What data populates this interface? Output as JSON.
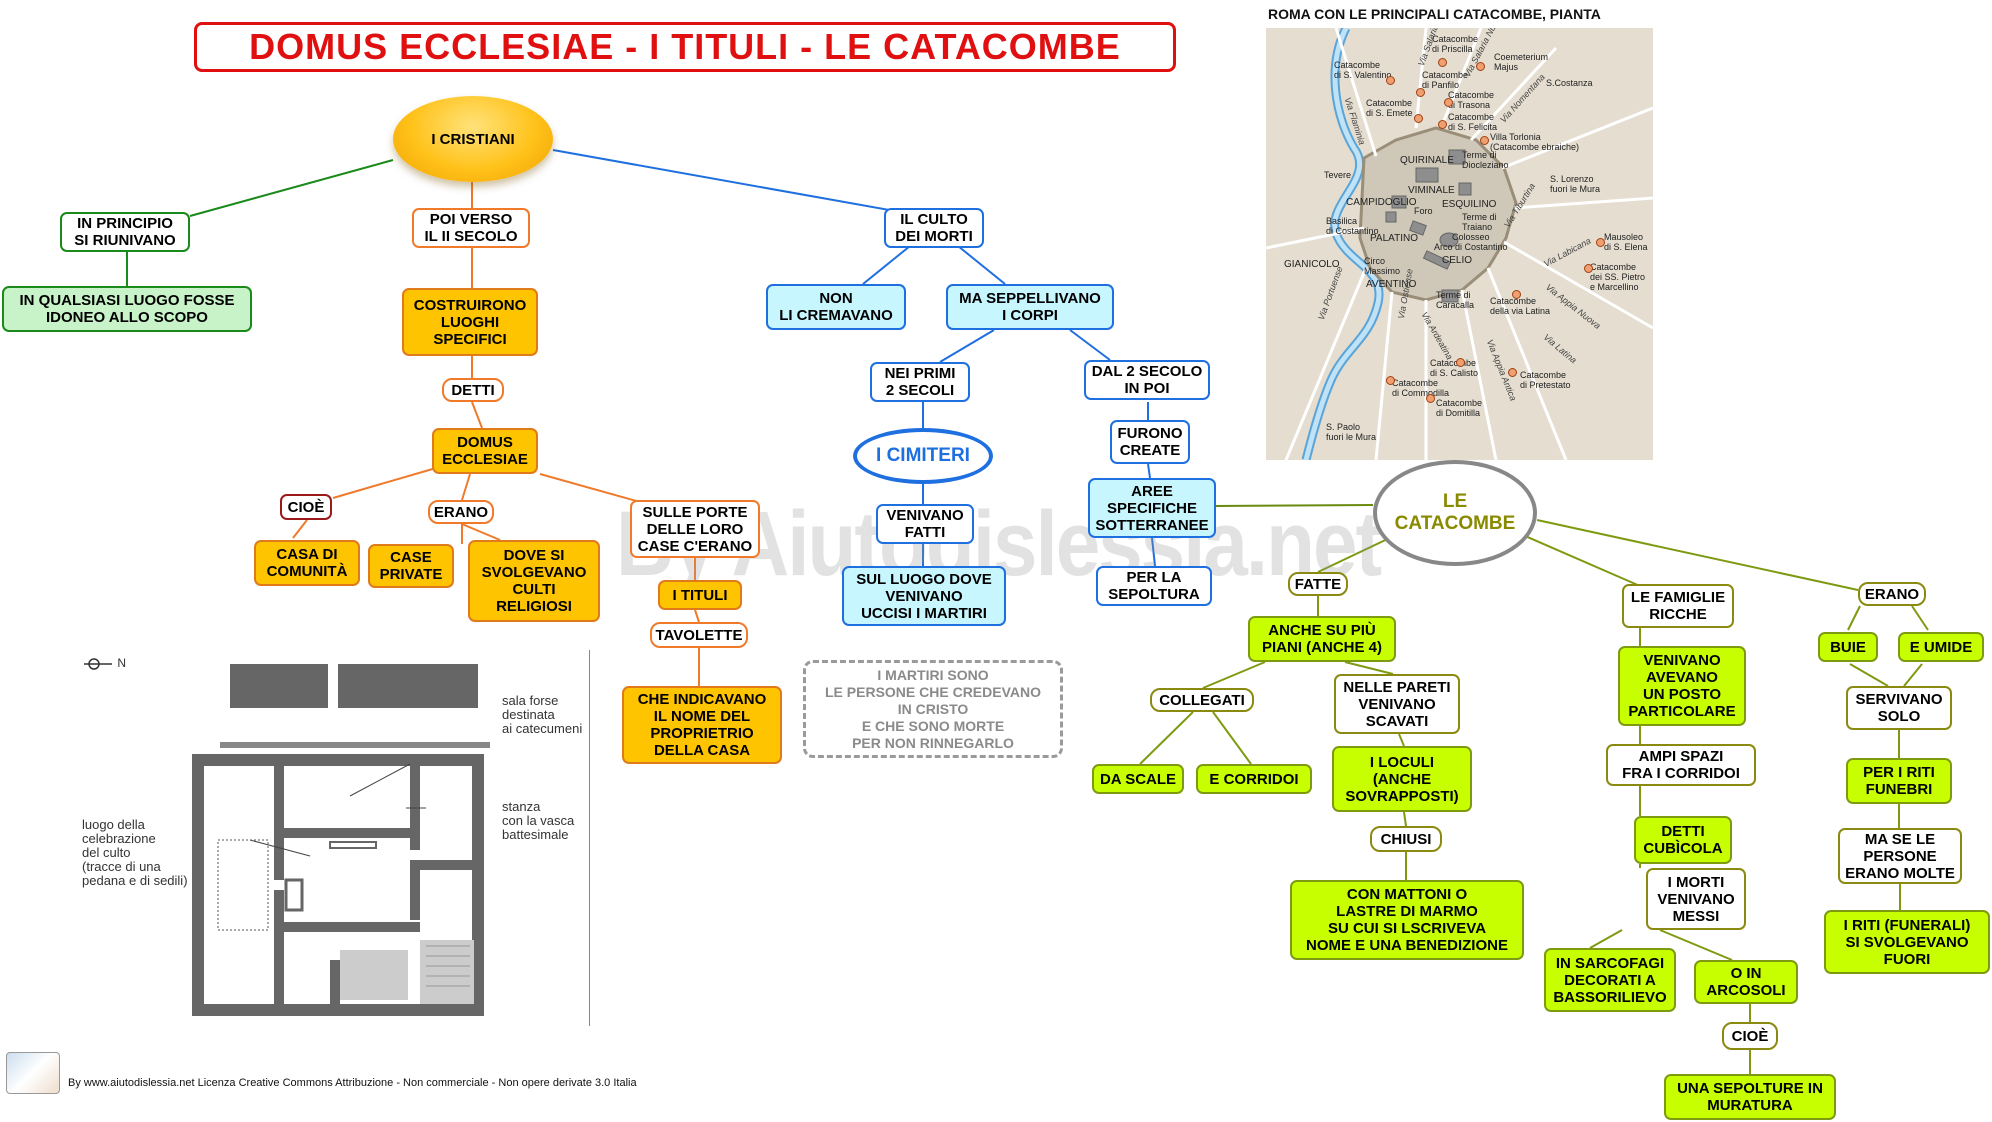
{
  "title": "DOMUS ECCLESIAE - I TITULI  - LE CATACOMBE",
  "watermark": "By Aiutodislessia.net",
  "footer": "By www.aiutodislessia.net Licenza Creative Commons Attribuzione - Non commerciale - Non opere derivate 3.0 Italia",
  "nodes": {
    "cristiani": "I CRISTIANI",
    "in_principio": "IN PRINCIPIO\nSI RIUNIVANO",
    "qualsiasi_luogo": "IN QUALSIASI LUOGO FOSSE\nIDONEO ALLO SCOPO",
    "poi_verso": "POI VERSO\nIL II SECOLO",
    "costruirono": "COSTRUIRONO\nLUOGHI\nSPECIFICI",
    "detti": "DETTI",
    "domus": "DOMUS\nECCLESIAE",
    "cioe1": "CIOÈ",
    "erano1": "ERANO",
    "casa_comunita": "CASA DI\nCOMUNITÀ",
    "case_private": "CASE\nPRIVATE",
    "dove_si": "DOVE SI\nSVOLGEVANO\nCULTI\nRELIGIOSI",
    "sulle_porte": "SULLE PORTE\nDELLE LORO\nCASE C'ERANO",
    "i_tituli": "I TITULI",
    "tavolette": "TAVOLETTE",
    "che_indicavano": "CHE INDICAVANO\nIL NOME DEL\nPROPRIETRIO\nDELLA CASA",
    "culto_morti": "IL CULTO\nDEI MORTI",
    "non_cremavano": "NON\nLI CREMAVANO",
    "seppellivano": "MA SEPPELLIVANO\nI CORPI",
    "nei_primi": "NEI PRIMI\n2 SECOLI",
    "dal_2": "DAL 2 SECOLO\nIN POI",
    "cimiteri": "I CIMITERI",
    "venivano_fatti": "VENIVANO\nFATTI",
    "sul_luogo": "SUL LUOGO DOVE\nVENIVANO\nUCCISI I MARTIRI",
    "martiri_note": "I MARTIRI SONO\nLE PERSONE CHE CREDEVANO\nIN CRISTO\nE CHE SONO MORTE\nPER NON RINNEGARLO",
    "furono_create": "FURONO\nCREATE",
    "aree": "AREE\nSPECIFICHE\nSOTTERRANEE",
    "per_sepoltura": "PER LA\nSEPOLTURA",
    "catacombe": "LE\nCATACOMBE",
    "fatte": "FATTE",
    "piu_piani": "ANCHE SU PIÙ\nPIANI (ANCHE 4)",
    "collegati": "COLLEGATI",
    "da_scale": "DA SCALE",
    "e_corridoi": "E CORRIDOI",
    "nelle_pareti": "NELLE PARETI\nVENIVANO\nSCAVATI",
    "loculi": "I LOCULI\n(ANCHE\nSOVRAPPOSTI)",
    "chiusi": "CHIUSI",
    "mattoni": "CON MATTONI O\nLASTRE DI MARMO\nSU CUI SI LSCRIVEVA\nNOME E UNA BENEDIZIONE",
    "famiglie": "LE FAMIGLIE\nRICCHE",
    "posto": "VENIVANO\nAVEVANO\nUN POSTO\nPARTICOLARE",
    "ampi_spazi": "AMPI SPAZI\nFRA I CORRIDOI",
    "cubicola": "DETTI\nCUBÌCOLA",
    "morti_messi": "I MORTI\nVENIVANO\nMESSI",
    "sarcofagi": "IN SARCOFAGI\nDECORATI A\nBASSORILIEVO",
    "arcosoli": "O IN\nARCOSOLI",
    "cioe2": "CIOÈ",
    "sepolture_muratura": "UNA SEPOLTURE IN\nMURATURA",
    "erano2": "ERANO",
    "buie": "BUIE",
    "umide": "E UMIDE",
    "servivano": "SERVIVANO\nSOLO",
    "riti_funebri": "PER I RITI\nFUNEBRI",
    "ma_se": "MA SE LE\nPERSONE\nERANO MOLTE",
    "riti_fuori": "I RITI (FUNERALI)\nSI SVOLGEVANO\nFUORI"
  },
  "map": {
    "title": "ROMA CON LE PRINCIPALI CATACOMBE, PIANTA",
    "labels": {
      "priscilla": "Catacombe\ndi Priscilla",
      "valentino": "Catacombe\ndi S. Valentino",
      "panfilo": "Catacombe\ndi Panfilo",
      "maius": "Coemeterium\nMajus",
      "costanza": "S.Costanza",
      "emete": "Catacombe\ndi S. Emete",
      "trasona": "Catacombe\ndi Trasona",
      "felicita": "Catacombe\ndi S. Felicita",
      "torlonia": "Villa Torlonia\n(Catacombe ebraiche)",
      "quirinale": "QUIRINALE",
      "diocleziano": "Terme di\nDiocleziano",
      "lorenzo": "S. Lorenzo\nfuori le Mura",
      "tevere": "Tevere",
      "viminale": "VIMINALE",
      "campidoglio": "CAMPIDOGLIO",
      "foro": "Foro",
      "esquilino": "ESQUILINO",
      "traiano": "Terme di\nTraiano",
      "basilica": "Basilica\ndi Costantino",
      "palatino": "PALATINO",
      "colosseo": "Colosseo",
      "arco": "Arco di Costantino",
      "gianicolo": "GIANICOLO",
      "circo": "Circo\nMassimo",
      "celio": "CELIO",
      "mausoleo": "Mausoleo\ndi S. Elena",
      "aventino": "AVENTINO",
      "caracalla": "Terme di\nCaracalla",
      "latina": "Catacombe\ndella via Latina",
      "pietro": "Catacombe\ndei SS. Pietro\ne Marcellino",
      "callisto": "Catacombe\ndi S. Calisto",
      "pretestato": "Catacombe\ndi Pretestato",
      "commodilla": "Catacombe\ndi Commodilla",
      "paolo": "S. Paolo\nfuori le Mura",
      "domitilla": "Catacombe\ndi Domitilla"
    },
    "roads": {
      "salaria_antica": "Via Salaria Antica",
      "salaria_nuova": "Via Salaria Nuova",
      "nomentana": "Via Nomentana",
      "flaminia": "Via Flaminia",
      "tiburtina": "Via Tiburtina",
      "labicana": "Via Labicana",
      "appia_nuova": "Via Appia Nuova",
      "latina_road": "Via Latina",
      "portuense": "Via Portuense",
      "ostiense": "Via Ostiense",
      "ardeatina": "Via Ardeatina",
      "appia_antica": "Via Appia Antica"
    }
  },
  "plan": {
    "north": "N",
    "sala": "sala forse\ndestinata\nai catecumeni",
    "stanza": "stanza\ncon la vasca\nbattesimale",
    "luogo": "luogo della\ncelebrazione\ndel culto\n(tracce di una\npedana e di sedili)"
  }
}
